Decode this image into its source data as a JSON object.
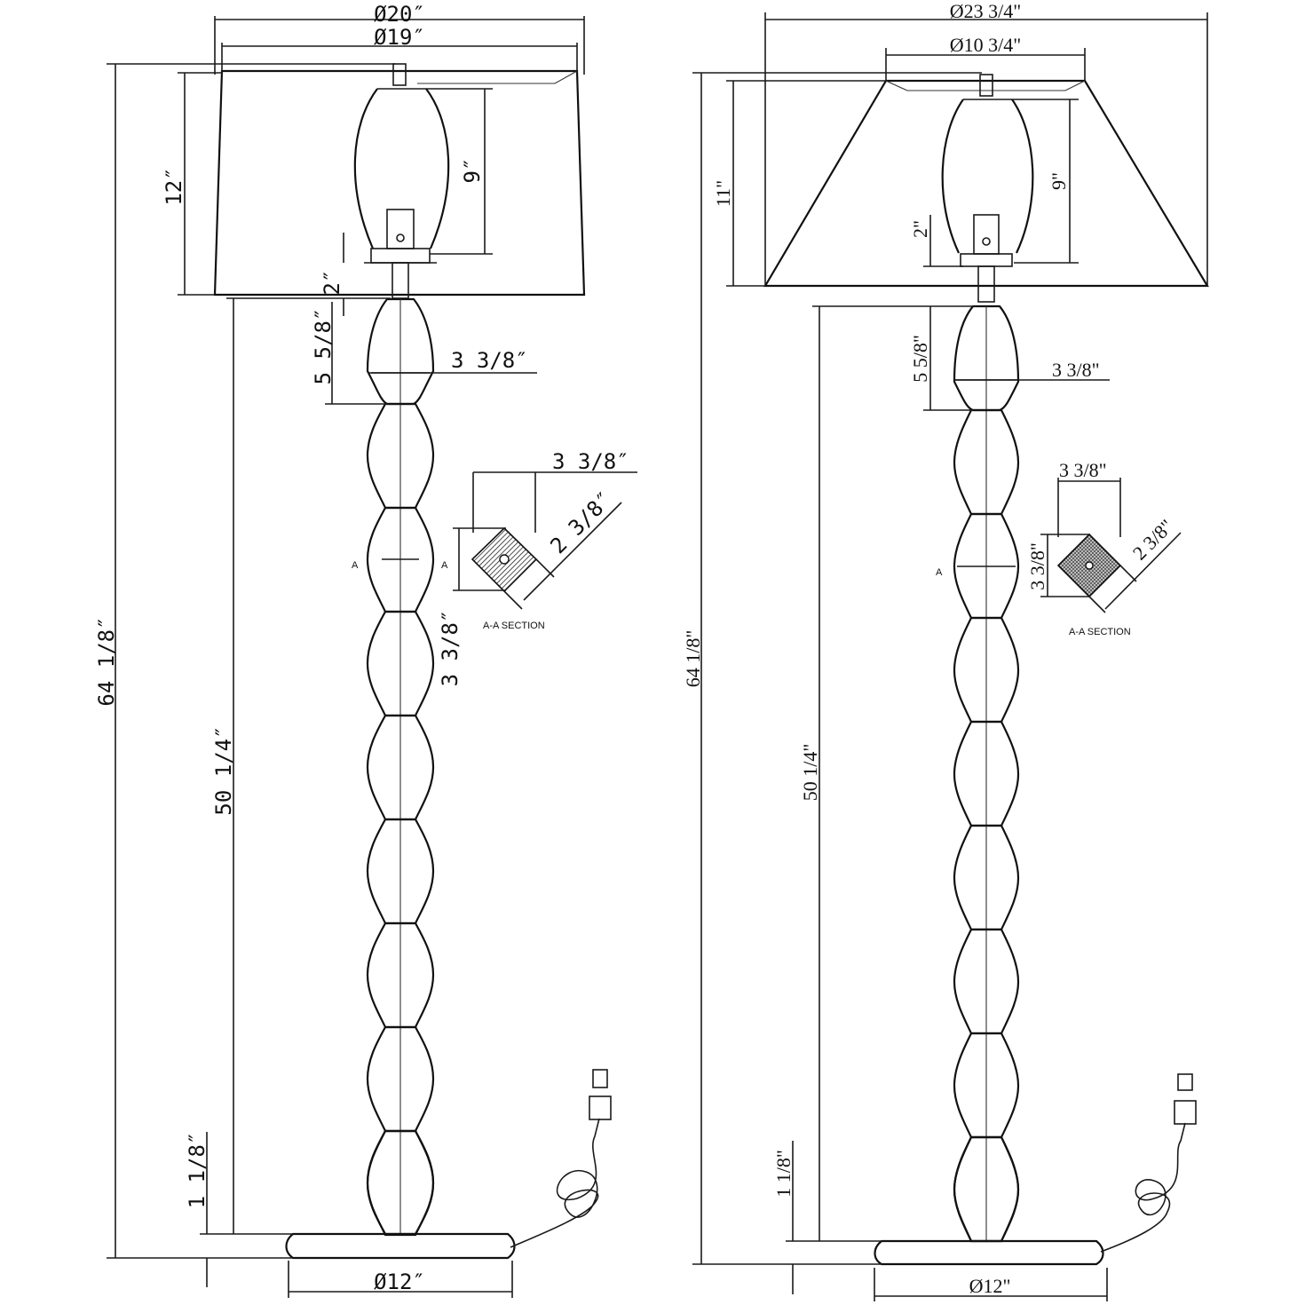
{
  "left_lamp": {
    "shade_outer_diameter": "Ø20″",
    "shade_inner_diameter": "Ø19″",
    "shade_height": "12″",
    "harp_height": "9″",
    "socket_height": "2″",
    "segment_height": "5 5/8″",
    "segment_width": "3 3/8″",
    "total_height": "64 1/8″",
    "body_height": "50 1/4″",
    "base_height": "1 1/8″",
    "base_diameter": "Ø12″",
    "section": {
      "width": "3 3/8″",
      "height": "3 3/8″",
      "diagonal": "2 3/8″",
      "marker": "A",
      "title": "A-A  SECTION"
    }
  },
  "right_lamp": {
    "shade_bottom_diameter": "Ø23 3/4\"",
    "shade_top_diameter": "Ø10 3/4\"",
    "shade_height": "11\"",
    "harp_height": "9\"",
    "socket_height": "2\"",
    "segment_height": "5 5/8\"",
    "segment_width": "3 3/8\"",
    "total_height": "64 1/8\"",
    "body_height": "50 1/4\"",
    "base_height": "1 1/8\"",
    "base_diameter": "Ø12\"",
    "section": {
      "width": "3 3/8\"",
      "height": "3 3/8\"",
      "diagonal": "2 3/8\"",
      "marker": "A",
      "title": "A-A   SECTION"
    }
  }
}
